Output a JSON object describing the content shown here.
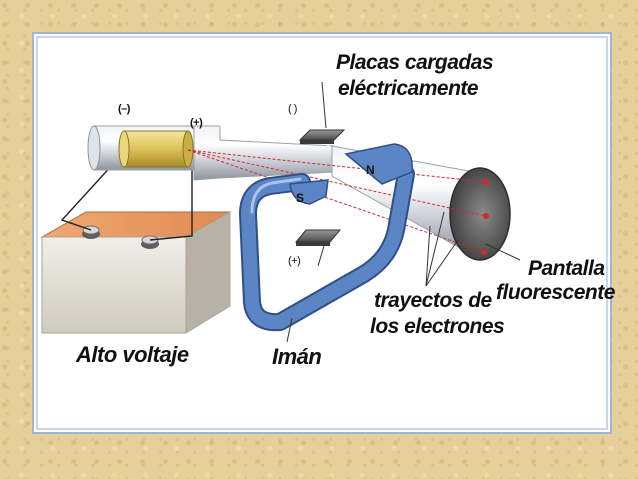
{
  "labels": {
    "placas_line1": "Placas cargadas",
    "placas_line2": "eléctricamente",
    "pantalla_line1": "Pantalla",
    "pantalla_line2": "fluorescente",
    "trayectos_line1": "trayectos de",
    "trayectos_line2": "los electrones",
    "alto_voltaje": "Alto voltaje",
    "iman": "Imán",
    "neg_terminal": "(–)",
    "pos_terminal": "(+)",
    "plate_top": "( )",
    "plate_bottom": "(+)",
    "north": "N",
    "south": "S"
  },
  "colors": {
    "magnet": "#5b85c4",
    "beam": "#d22a2a",
    "battery": "#e79b66",
    "cathode": "#e2cc66",
    "tube": "#c8ccd4"
  }
}
